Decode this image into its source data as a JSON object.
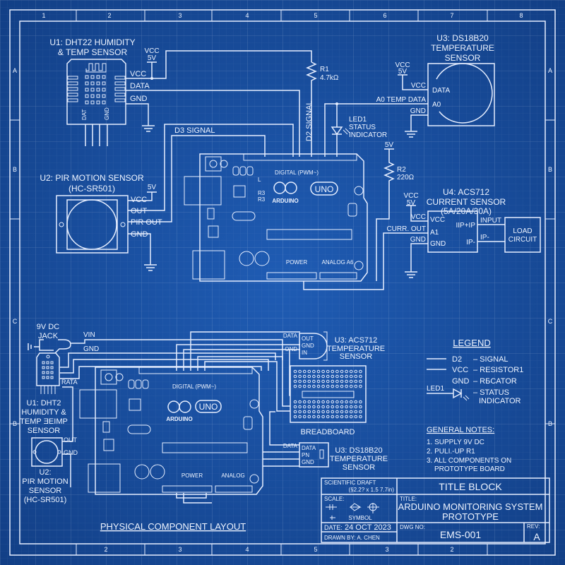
{
  "frame": {
    "top_cols": [
      "1",
      "2",
      "3",
      "4",
      "5",
      "6",
      "7",
      "8"
    ],
    "bottom_cols": [
      "2",
      "3",
      "4",
      "5",
      "3",
      "2"
    ],
    "left_rows": [
      "A",
      "B",
      "C",
      "B"
    ],
    "right_rows": [
      "A",
      "B",
      "C",
      "B"
    ]
  },
  "colors": {
    "background": "#1b52a3",
    "line": "#e6eeff"
  },
  "schematic": {
    "u1": {
      "title1": "U1: DHT22 HUMIDITY",
      "title2": "& TEMP SENSOR",
      "pin_vcc": "VCC",
      "pin_data": "DATA",
      "pin_gnd": "GND",
      "body_pin1": "DAT",
      "body_pin2": "GND",
      "supply1": "VCC",
      "supply2": "5V"
    },
    "r1": {
      "name": "R1",
      "value": "4.7kΩ"
    },
    "d2_signal": "D2 SIGNAL",
    "d3_signal": "D3 SIGNAL",
    "u2": {
      "title1": "U2: PIR MOTION SENSOR",
      "title2": "(HC-SR501)",
      "supply": "5V",
      "pin_vcc": "VCC",
      "pin_out": "OUT",
      "pin_pir_out": "PIR OUT",
      "pin_gnd": "GND"
    },
    "u3": {
      "title1": "U3: DS18B20",
      "title2": "TEMPERATURE",
      "title3": "SENSOR",
      "supply1": "VCC",
      "supply2": "5V",
      "wire_vcc": "VCC",
      "wire_a0": "A0 TEMP DATA",
      "wire_gnd": "GND",
      "pin_data": "DATA",
      "pin_a0": "A0"
    },
    "led1": {
      "name": "LED1",
      "desc1": "STATUS",
      "desc2": "INDICATOR"
    },
    "r2": {
      "supply": "5V",
      "name": "R2",
      "value": "220Ω"
    },
    "u4": {
      "title1": "U4: ACS712",
      "title2": "CURRENT SENSOR",
      "title3": "(5A/20A/30A)",
      "supply1": "VCC",
      "supply2": "5V",
      "wire_vcc": "VCC",
      "wire_out": "CURR. OUT",
      "wire_gnd": "GND",
      "pin_vcc": "VCC",
      "pin_a1": "A1",
      "pin_gnd": "GND",
      "pin_ip_plus": "IIP+IP",
      "pin_ip_minus": "IP-",
      "wire_input": "INPUT",
      "wire_ipm": "IP-"
    },
    "load": {
      "line1": "LOAD",
      "line2": "CIRCUIT"
    },
    "arduino": {
      "brand": "ARDUINO",
      "model": "UNO",
      "digital": "DIGITAL (PWM~)",
      "power": "POWER",
      "analog": "ANALOG A6",
      "led_l": "L",
      "r3": "R3",
      "r4": "R3"
    }
  },
  "layout": {
    "jack": {
      "line1": "9V DC",
      "line2": "JACK",
      "vin": "VIN",
      "gnd": "GND"
    },
    "u1": {
      "data": "RATA",
      "line1": "U1: DHT2",
      "line2": "HUMIDITY &",
      "line3": "TEMP ƎEIMP",
      "line4": "SENSOR"
    },
    "u2": {
      "out": "OUT",
      "gnd": "GND",
      "line1": "U2:",
      "line2": "PIR MOTION",
      "line3": "SENSOR",
      "line4": "(HC-SR501)"
    },
    "acs": {
      "wire_data": "DATA",
      "wire_gnd": "OND",
      "pin_out": "OUT",
      "pin_gnd": "GND",
      "pin_in": "IN",
      "title1": "U3: ACS712",
      "title2": "TEMPERATURE",
      "title3": "SENSOR"
    },
    "breadboard": "BREADBOARD",
    "ds": {
      "wire_data": "DATA",
      "pin_data": "DATA",
      "pin_pn": "PN",
      "pin_gnd": "GND",
      "title1": "U3: DS18B20",
      "title2": "TEMPERATURE",
      "title3": "SENSOR"
    },
    "arduino": {
      "brand": "ARDUINO",
      "model": "UNO",
      "digital": "DIGITAL (PWM~)",
      "power": "POWER",
      "analog": "ANALOG"
    },
    "caption": "PHYSICAL COMPONENT LAYOUT"
  },
  "legend": {
    "title": "LEGEND",
    "rows": [
      {
        "key": "D2",
        "desc": "– SIGNAL"
      },
      {
        "key": "VCC",
        "desc": "– RESISTOR1"
      },
      {
        "key": "GND",
        "desc": "– RБCATOR"
      },
      {
        "key": "LED1",
        "desc": "– STATUS",
        "desc2": "INDICATOR"
      }
    ]
  },
  "notes": {
    "title": "GENERAL NOTES:",
    "items": [
      "1. SUPPLY 9V DC",
      "2. PULI.-UP R1",
      "3. ALL COMPONENTS ON",
      "PROTOTYPE BOARD"
    ]
  },
  "title_block": {
    "draft1": "SCIENTIFIC DRAFT",
    "draft2": "(§2.2? x 1.5 7.7in)",
    "scale_label": "SCALE:",
    "symbol_label": "SYMBOL",
    "date_label": "DATE:",
    "date": "24 OCT 2023",
    "drawn_by": "DRAWN BY:  A. CHEN",
    "heading": "TITLE BLOCK",
    "title_label": "TITLE:",
    "title1": "ARDUINO MONITORING SYSTEM",
    "title2": "PROTOTYPE",
    "dwg_label": "DWG NO:",
    "dwg_no": "EMS-001",
    "rev_label": "REV:",
    "rev": "A"
  }
}
